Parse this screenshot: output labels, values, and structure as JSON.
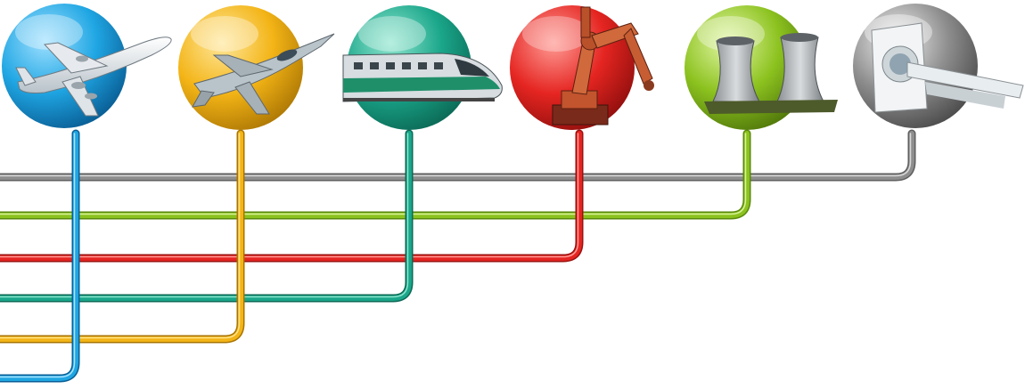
{
  "diagram": {
    "nodes": [
      {
        "id": "aircraft",
        "icon": "airliner-icon",
        "color": "#1fa6e3"
      },
      {
        "id": "defense",
        "icon": "fighter-jet-icon",
        "color": "#f3b416"
      },
      {
        "id": "rail",
        "icon": "high-speed-train-icon",
        "color": "#1aa68a"
      },
      {
        "id": "robotics",
        "icon": "industrial-robot-arm-icon",
        "color": "#e52521"
      },
      {
        "id": "energy",
        "icon": "cooling-tower-icon",
        "color": "#8cc21f"
      },
      {
        "id": "medical",
        "icon": "ct-scanner-icon",
        "color": "#8e8e8e"
      }
    ]
  }
}
